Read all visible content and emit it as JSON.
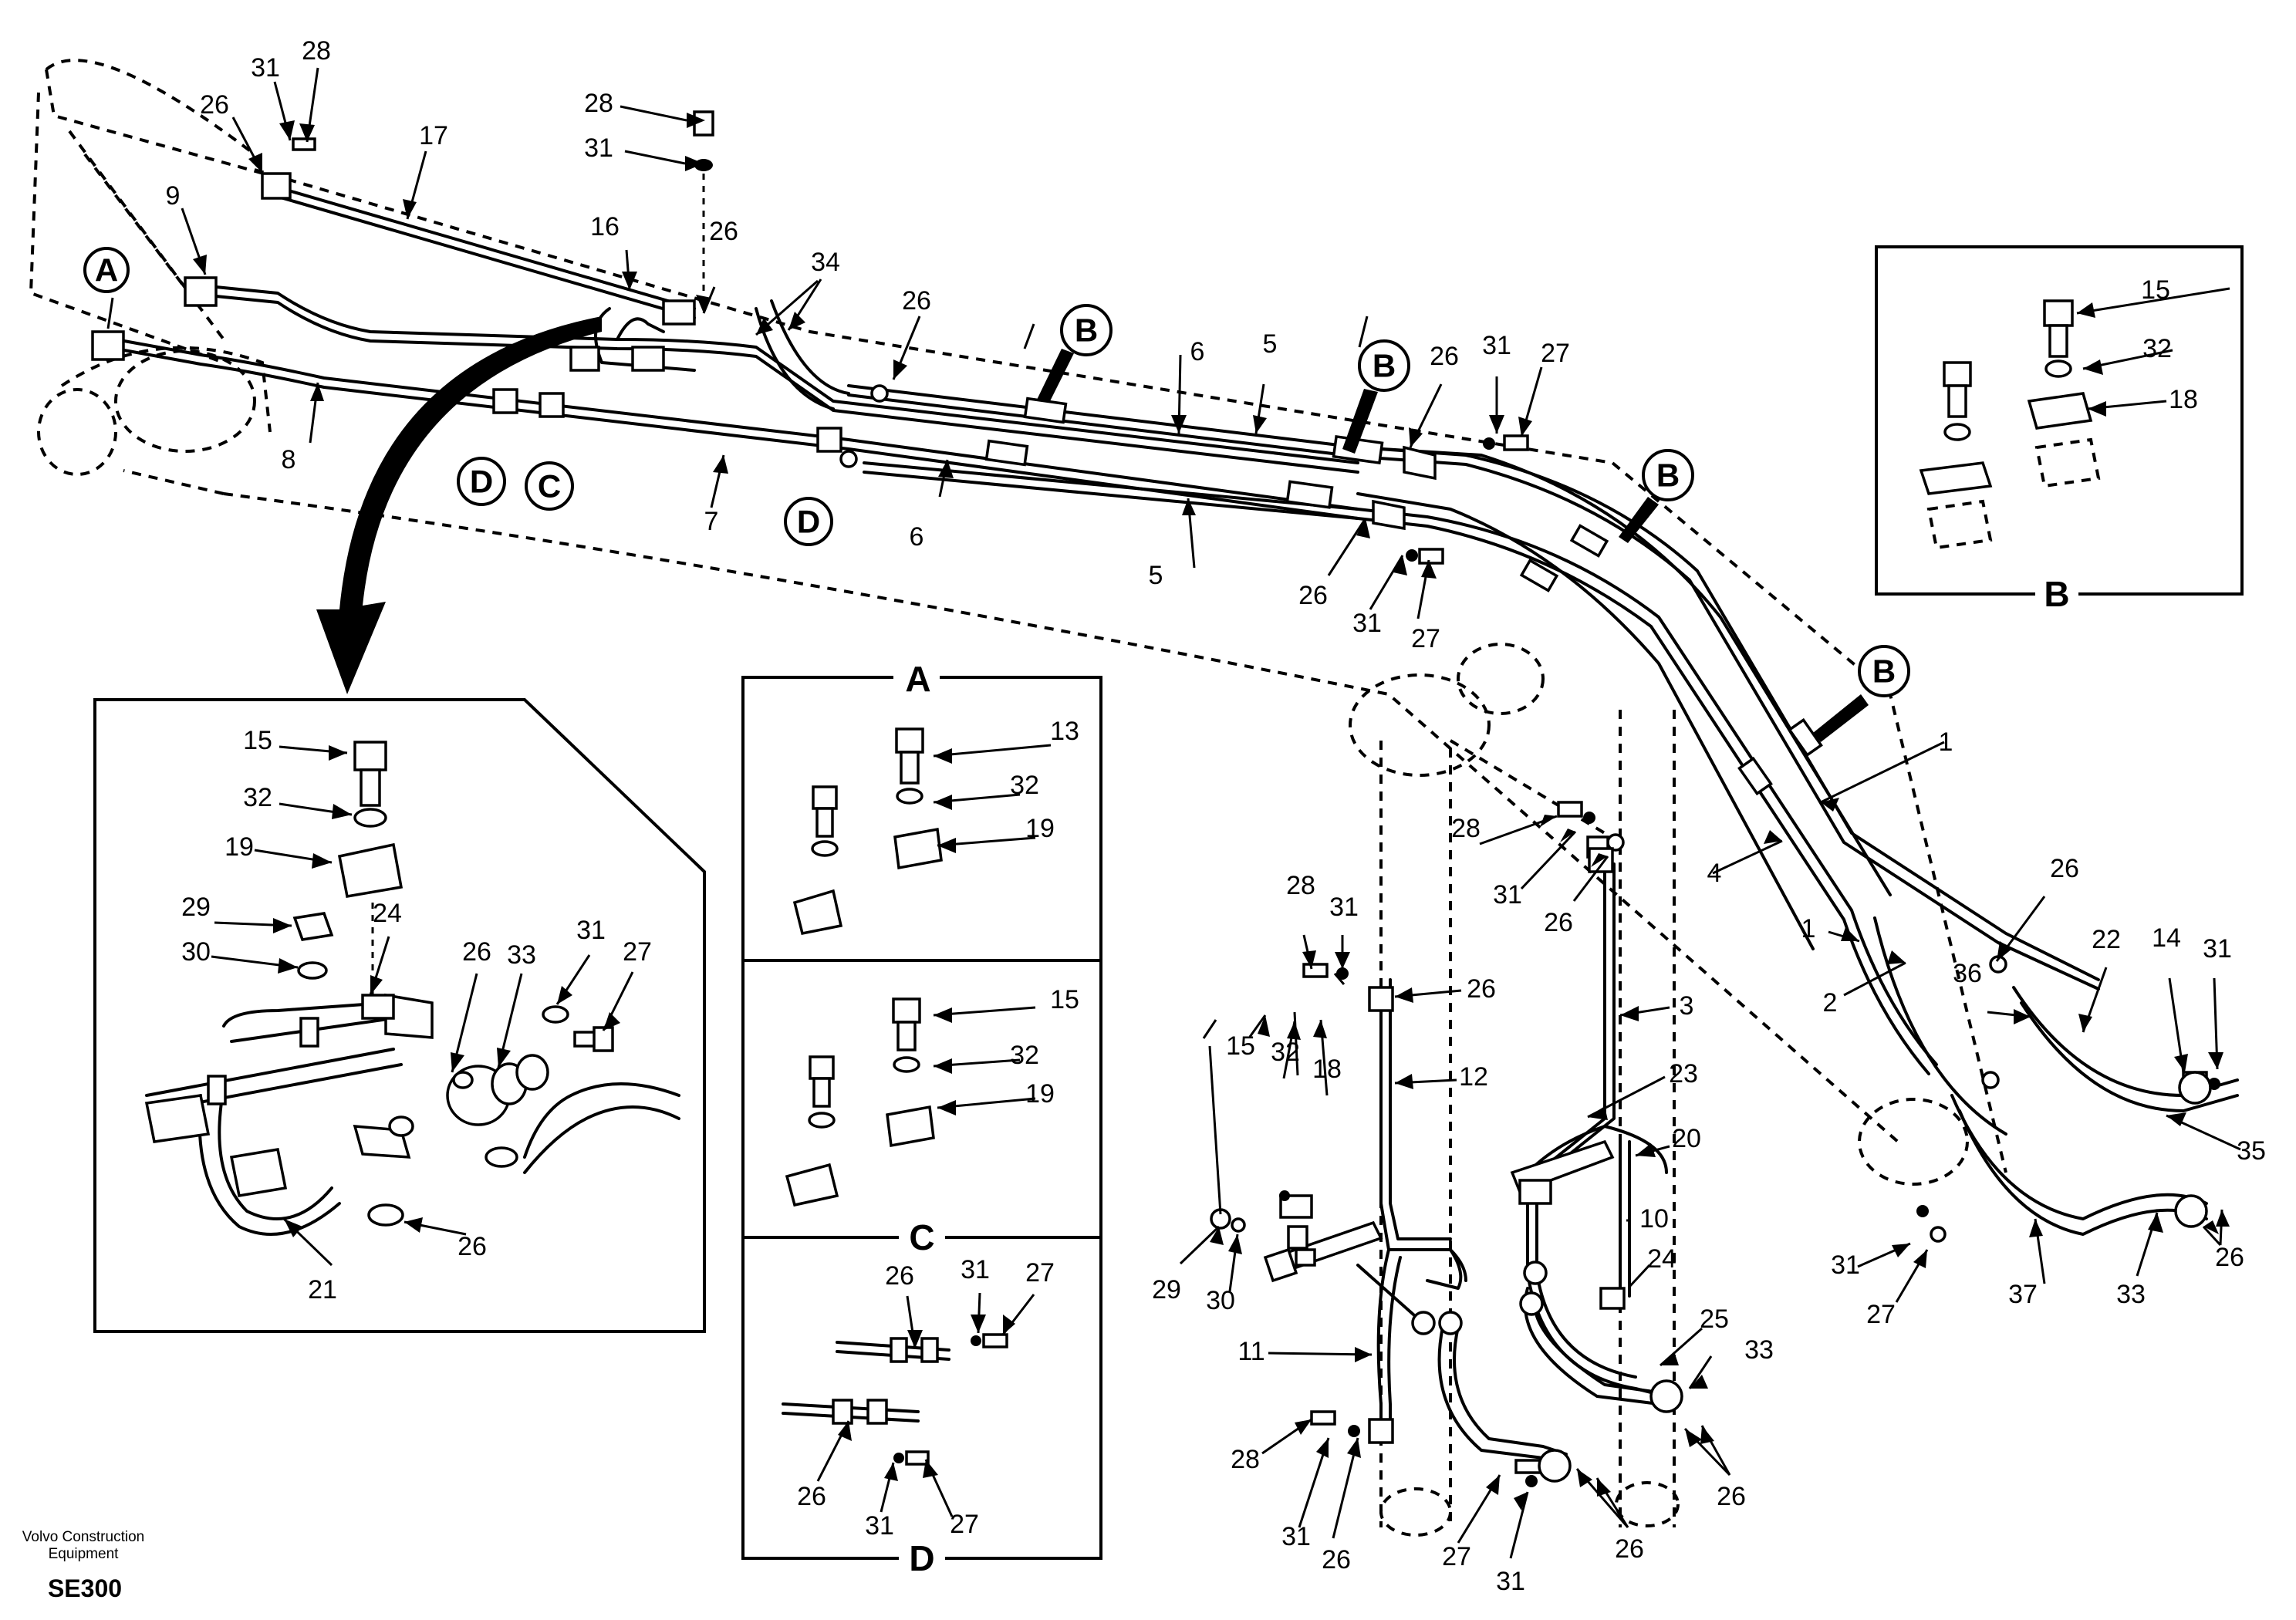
{
  "footer": {
    "company_line1": "Volvo Construction",
    "company_line2": "Equipment",
    "model": "SE300"
  },
  "detail_sections": [
    {
      "key": "B",
      "label": "B"
    },
    {
      "key": "A",
      "label": "A"
    },
    {
      "key": "C",
      "label": "C"
    },
    {
      "key": "D",
      "label": "D"
    }
  ],
  "position_tags": {
    "a": "A",
    "b": "B",
    "c": "C",
    "d": "D"
  },
  "part_numbers": [
    "1",
    "2",
    "3",
    "4",
    "5",
    "6",
    "7",
    "8",
    "9",
    "10",
    "11",
    "12",
    "13",
    "14",
    "15",
    "16",
    "17",
    "18",
    "19",
    "20",
    "21",
    "22",
    "23",
    "24",
    "25",
    "26",
    "27",
    "28",
    "29",
    "30",
    "31",
    "32",
    "33",
    "34",
    "35",
    "36",
    "37"
  ]
}
